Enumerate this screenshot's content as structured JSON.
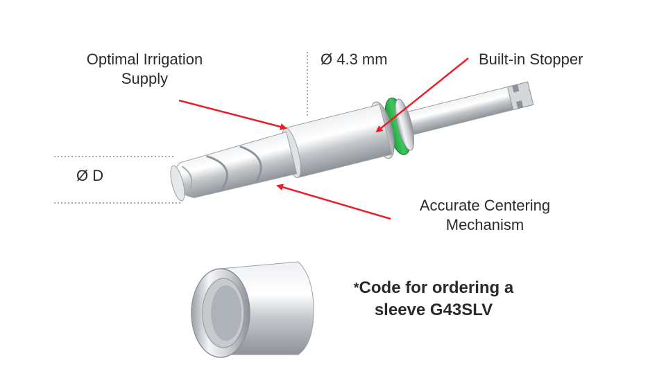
{
  "labels": {
    "irrigation": "Optimal Irrigation\nSupply",
    "diameter_43": "Ø 4.3 mm",
    "stopper": "Built-in Stopper",
    "diameter_d": "Ø D",
    "centering": "Accurate Centering\nMechanism"
  },
  "order_note": {
    "asterisk": "*",
    "line1": "Code for ordering a",
    "line2_prefix": "sleeve ",
    "code": "G43SLV"
  },
  "colors": {
    "arrow": "#e8202a",
    "stopper_ring": "#2bb24a",
    "metal": "#c8ccd0"
  }
}
